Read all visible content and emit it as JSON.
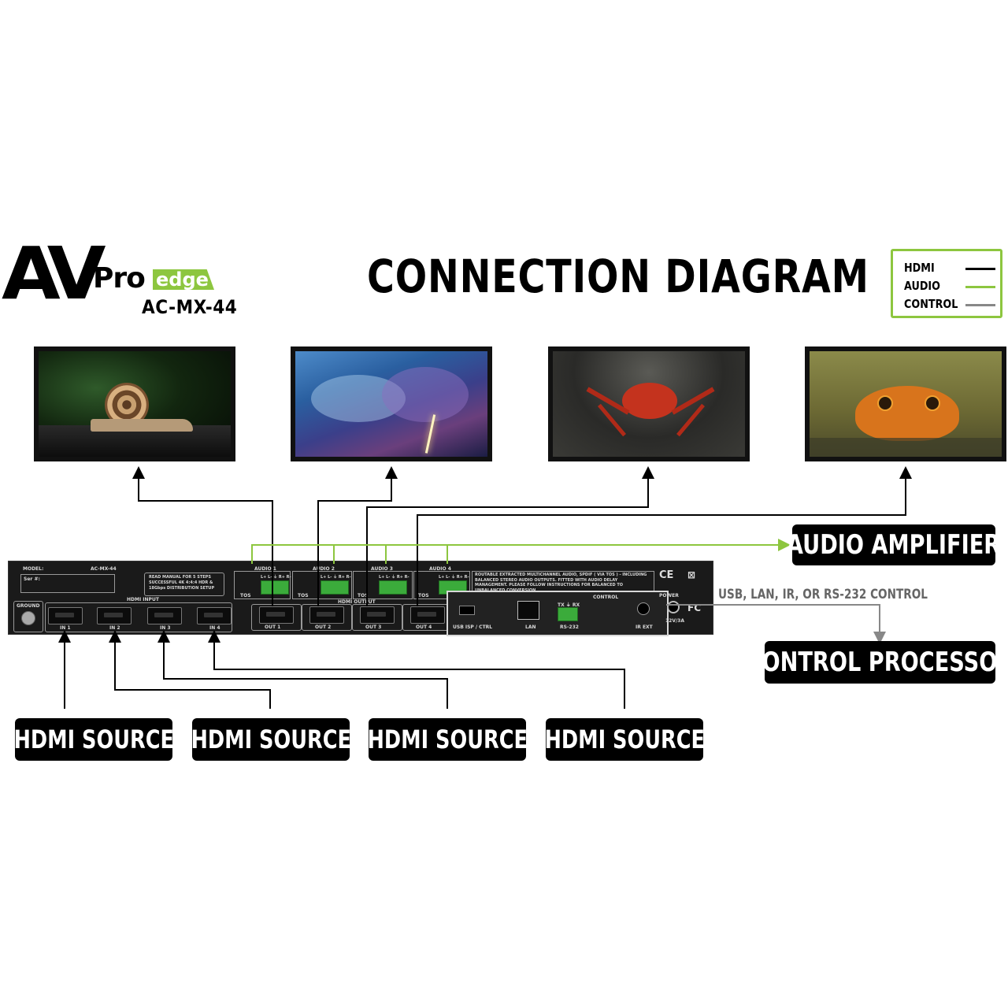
{
  "logo": {
    "av": "AV",
    "pro": "Pro",
    "edge": "edge",
    "model": "AC-MX-44"
  },
  "title": "CONNECTION DIAGRAM",
  "legend": {
    "items": [
      {
        "label": "HDMI",
        "color": "#000000"
      },
      {
        "label": "AUDIO",
        "color": "#8dc63f"
      },
      {
        "label": "CONTROL",
        "color": "#888888"
      }
    ]
  },
  "displays": [
    {
      "scene": "snail"
    },
    {
      "scene": "storm"
    },
    {
      "scene": "crab"
    },
    {
      "scene": "frog"
    }
  ],
  "device": {
    "model_label": "MODEL:",
    "model_value": "AC-MX-44",
    "serial_label": "Ser #:",
    "manual_note": "READ MANUAL FOR 5 STEPS SUCCESSFUL 4K 4:4:4 HDR & 18Gbps DISTRIBUTION SETUP",
    "ground_label": "GROUND",
    "hdmi_input_label": "HDMI INPUT",
    "inputs": [
      "IN 1",
      "IN 2",
      "IN 3",
      "IN 4"
    ],
    "hdmi_output_label": "HDMI OUTPUT",
    "outputs": [
      "OUT 1",
      "OUT 2",
      "OUT 3",
      "OUT 4"
    ],
    "audio_labels": [
      "AUDIO 1",
      "AUDIO 2",
      "AUDIO 3",
      "AUDIO 4"
    ],
    "tos_label": "TOS",
    "audio_pins": "L+ L- ⏚ R+ R-",
    "audio_note": "ROUTABLE EXTRACTED MULTICHANNEL AUDIO, SPDIF ( VIA TOS ) - INCLUDING BALANCED STEREO AUDIO OUTPUTS. FITTED WITH AUDIO DELAY MANAGEMENT. PLEASE FOLLOW INSTRUCTIONS FOR BALANCED TO UNBALANCED CONVERSION.",
    "control_label": "CONTROL",
    "usb_label": "USB ISP / CTRL",
    "lan_label": "LAN",
    "rs232_pins": "TX ⏚ RX",
    "rs232_label": "RS-232",
    "irext_label": "IR EXT",
    "power_label": "POWER",
    "power_rating": "12V/3A"
  },
  "labels": {
    "audio_amplifier": "AUDIO AMPLIFIER",
    "control_text": "USB, LAN, IR, OR RS-232 CONTROL",
    "control_processor": "CONTROL PROCESSOR",
    "hdmi_sources": [
      "HDMI SOURCE",
      "HDMI SOURCE",
      "HDMI SOURCE",
      "HDMI SOURCE"
    ]
  }
}
